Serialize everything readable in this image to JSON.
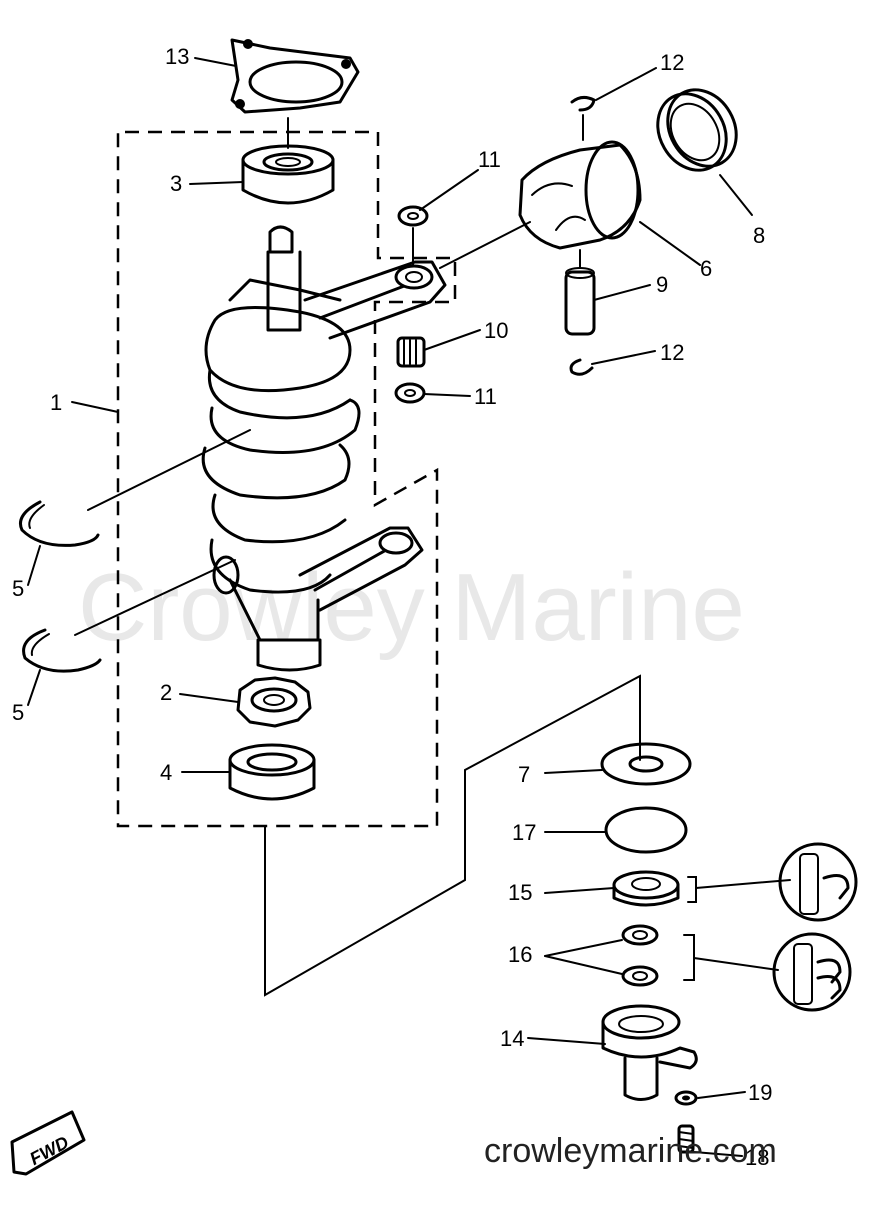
{
  "watermark": "Crowley Marine",
  "site": "crowleymarine.com",
  "direction_tag": "FWD",
  "callouts": [
    {
      "id": "1",
      "label": "1"
    },
    {
      "id": "2",
      "label": "2"
    },
    {
      "id": "3",
      "label": "3"
    },
    {
      "id": "4",
      "label": "4"
    },
    {
      "id": "5a",
      "label": "5"
    },
    {
      "id": "5b",
      "label": "5"
    },
    {
      "id": "6",
      "label": "6"
    },
    {
      "id": "7",
      "label": "7"
    },
    {
      "id": "8",
      "label": "8"
    },
    {
      "id": "9",
      "label": "9"
    },
    {
      "id": "10",
      "label": "10"
    },
    {
      "id": "11a",
      "label": "11"
    },
    {
      "id": "11b",
      "label": "11"
    },
    {
      "id": "12a",
      "label": "12"
    },
    {
      "id": "12b",
      "label": "12"
    },
    {
      "id": "13",
      "label": "13"
    },
    {
      "id": "14",
      "label": "14"
    },
    {
      "id": "15",
      "label": "15"
    },
    {
      "id": "16",
      "label": "16"
    },
    {
      "id": "17",
      "label": "17"
    },
    {
      "id": "18",
      "label": "18"
    },
    {
      "id": "19",
      "label": "19"
    }
  ]
}
